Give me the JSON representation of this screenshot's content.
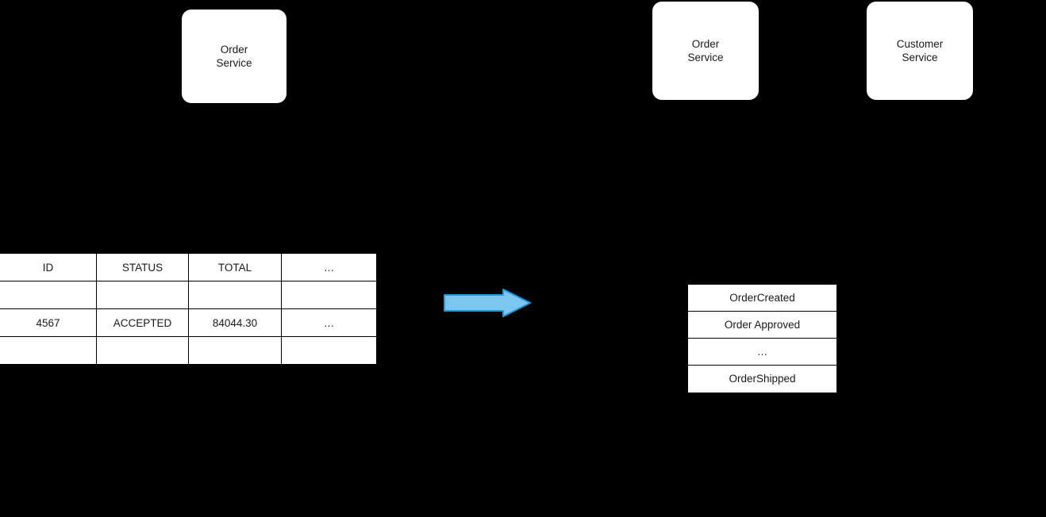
{
  "diagram": {
    "background_color": "#000000",
    "surface_color": "#ffffff",
    "text_color": "#1a1a1a"
  },
  "services": [
    {
      "name": "order-service-left",
      "label": "Order\nService"
    },
    {
      "name": "order-service-right",
      "label": "Order\nService"
    },
    {
      "name": "customer-service",
      "label": "Customer\nService"
    }
  ],
  "orders_table": {
    "headers": [
      "ID",
      "STATUS",
      "TOTAL",
      "…"
    ],
    "rows": [
      [
        "",
        "",
        "",
        ""
      ],
      [
        "4567",
        "ACCEPTED",
        "84044.30",
        "…"
      ],
      [
        "",
        "",
        "",
        ""
      ]
    ]
  },
  "arrow": {
    "name": "flow-arrow-right",
    "direction": "right",
    "fill_color": "#7CC7F0",
    "stroke_color": "#1E9AE0"
  },
  "event_list": {
    "items": [
      "OrderCreated",
      "Order Approved",
      "…",
      "OrderShipped"
    ]
  }
}
